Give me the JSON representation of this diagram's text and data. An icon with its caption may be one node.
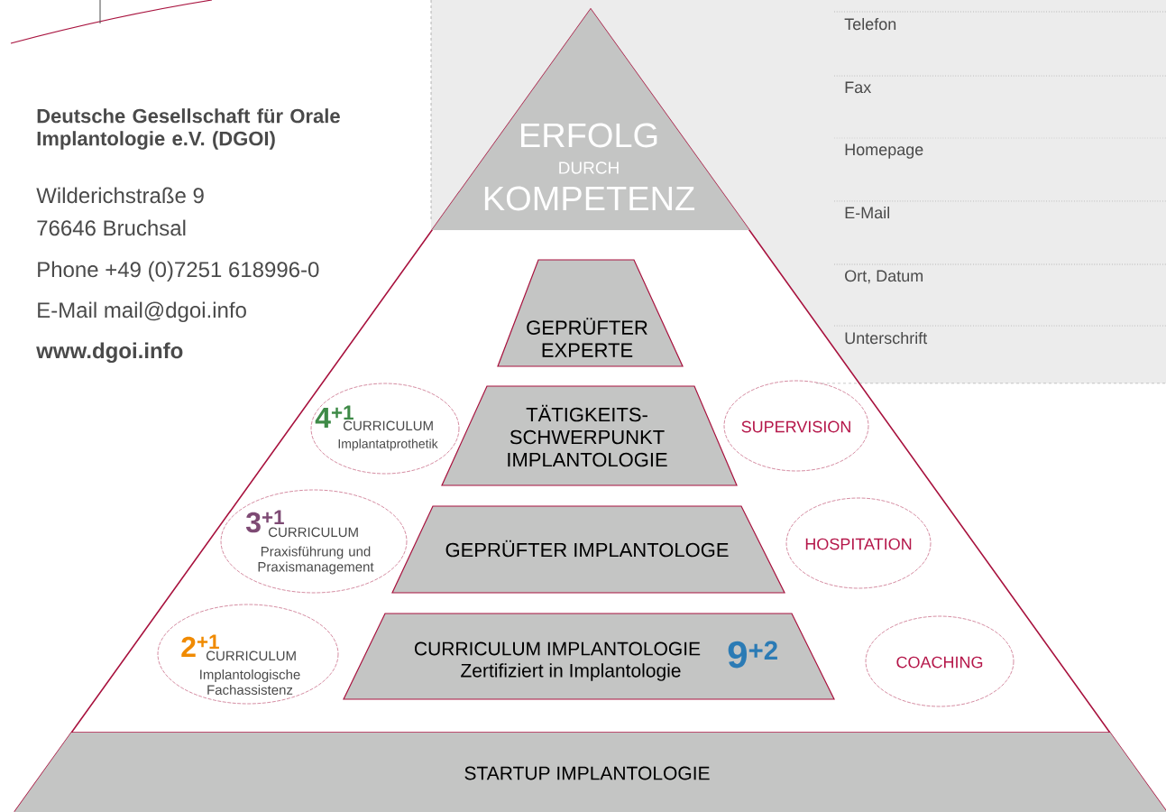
{
  "diagram": {
    "nodes": [
      {
        "text": [
          "ERFOLG",
          "DURCH",
          "KOMPETENZ"
        ]
      },
      {
        "text": [
          "GEPRÜFTER EXPERTE"
        ]
      },
      {
        "text": [
          "TÄTIGKEITS- SCHWERPUNKT IMPLANTOLOGIE"
        ]
      },
      {
        "text": [
          "GEPRÜFTER IMPLANTOLOGE"
        ]
      },
      {
        "text": [
          "CURRICULUM IMPLANTOLOGIE",
          "9$^{+2}$",
          "Zertifiziert in Implantologie"
        ]
      },
      {
        "text": [
          "4$^{+1}$",
          "CURRICULUM",
          "Implantatprothetik"
        ]
      },
      {
        "text": [
          "SUPERVISION"
        ]
      },
      {
        "text": [
          "3$^{+1}$",
          "CURRICULUM",
          "Praxisführung und Praxismanagement"
        ]
      },
      {
        "text": [
          "HOSPITATION"
        ]
      },
      {
        "text": [
          "2$^{+1}$",
          "CURRICULUM",
          "Implantologische Fachassistenz"
        ]
      },
      {
        "text": [
          "COACHING"
        ]
      },
      {
        "text": [
          "STARTUP IMPLANTOLOGIE"
        ]
      }
    ],
    "labels": [
      "Deutsche Gesellschaft für Orale Implantologie e.V. (DGOI)",
      "Wilderichstraße 9",
      "76646 Bruchsal",
      "Phone +49 (0)7251 618996-0",
      "E-Mail mail@dgoi.info",
      "www.dgoi.info",
      "Telefon",
      "Fax",
      "Homepage",
      "E-Mail",
      "Ort, Datum",
      "Unterschrift"
    ]
  }
}
